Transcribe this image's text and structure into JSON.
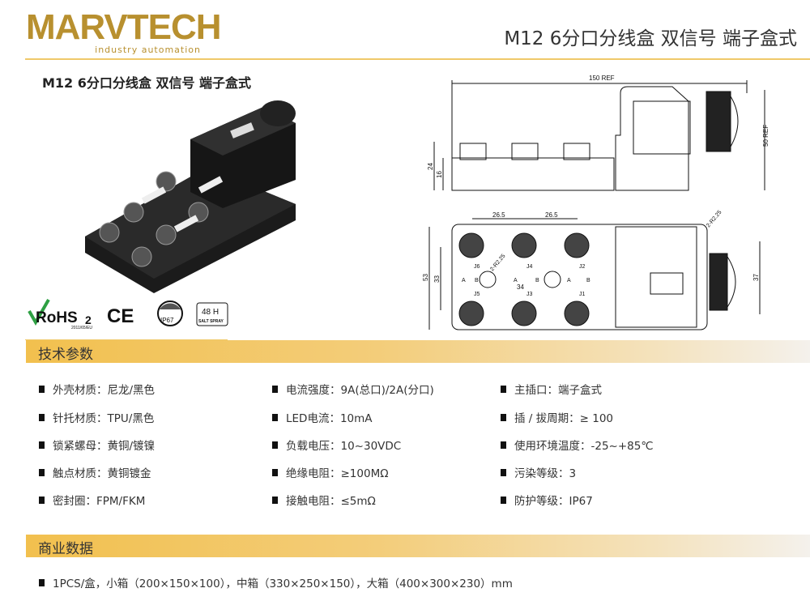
{
  "logo": {
    "brand": "MARVTECH",
    "tagline": "industry automation"
  },
  "header": {
    "title": "M12 6分口分线盒 双信号 端子盒式"
  },
  "product": {
    "title": "M12 6分口分线盒 双信号 端子盒式"
  },
  "certifications": {
    "rohs": "RoHS",
    "rohs_sub": "2",
    "rohs_note": "2011/65/EU",
    "ce": "CE",
    "ip": "IP67",
    "salt_hours": "48 H",
    "salt_label": "SALT SPRAY"
  },
  "drawing": {
    "side": {
      "length": "150 REF",
      "height": "50 REF",
      "h1": "24",
      "h2": "16"
    },
    "top": {
      "pitch1": "26.5",
      "pitch2": "26.5",
      "width": "53",
      "inner": "33",
      "mount": "34",
      "gland": "37",
      "hole_r1": "2-R2.25",
      "hole_r2": "2-R2.25",
      "ports": [
        "J6",
        "J4",
        "J2",
        "J5",
        "J3",
        "J1"
      ],
      "a": "A",
      "b": "B"
    }
  },
  "sections": {
    "tech": "技术参数",
    "commercial": "商业数据"
  },
  "specs": [
    [
      "外壳材质：尼龙/黑色",
      "针托材质：TPU/黑色",
      "锁紧螺母：黄铜/镀镍",
      "触点材质：黄铜镀金",
      "密封圈：FPM/FKM"
    ],
    [
      "电流强度：9A(总口)/2A(分口)",
      "LED电流：10mA",
      "负载电压：10~30VDC",
      "绝缘电阻：≥100MΩ",
      "接触电阻：≤5mΩ"
    ],
    [
      "主插口：端子盒式",
      "插 / 拔周期：≥ 100",
      "使用环境温度：-25~+85℃",
      "污染等级：3",
      "防护等级：IP67"
    ]
  ],
  "commercial": {
    "packing": "1PCS/盒，小箱（200×150×100），中箱（330×250×150），大箱（400×300×230）mm"
  },
  "colors": {
    "gold": "#b8902f",
    "bar": "#f2c04e"
  }
}
